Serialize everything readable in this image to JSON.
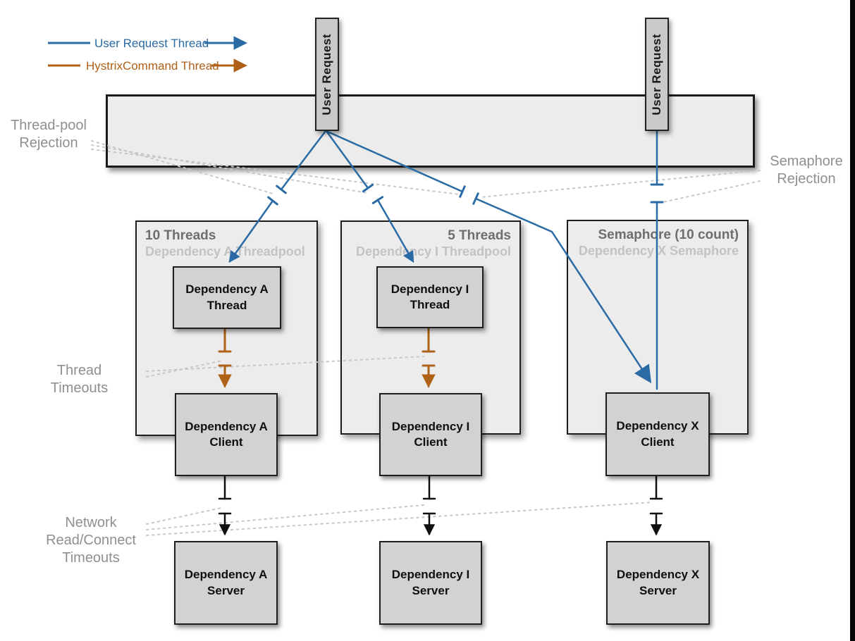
{
  "colors": {
    "user_request_thread": "#2a6ba5",
    "hystrix_command_thread": "#b06118",
    "network_arrow": "#111111",
    "box_fill": "#d2d2d2",
    "pool_fill": "#ececec",
    "annotation_gray": "#8f8f8f"
  },
  "legend": {
    "user_request_thread": "User Request Thread",
    "hystrix_command_thread": "HystrixCommand Thread"
  },
  "user_request_left": "User Request",
  "user_request_right": "User Request",
  "annotations": {
    "thread_pool_rejection": "Thread-pool\nRejection",
    "semaphore_rejection": "Semaphore\nRejection",
    "thread_timeouts": "Thread\nTimeouts",
    "network_timeouts": "Network\nRead/Connect\nTimeouts"
  },
  "pools": [
    {
      "title": "10 Threads",
      "subtitle": "Dependency A Threadpool",
      "thread_label": "Dependency A\nThread"
    },
    {
      "title": "5 Threads",
      "subtitle": "Dependency I Threadpool",
      "thread_label": "Dependency I\nThread"
    },
    {
      "title": "Semaphore (10 count)",
      "subtitle": "Dependency X Semaphore"
    }
  ],
  "clients": [
    {
      "label": "Dependency A\nClient"
    },
    {
      "label": "Dependency I\nClient"
    },
    {
      "label": "Dependency X\nClient"
    }
  ],
  "servers": [
    {
      "label": "Dependency A\nServer"
    },
    {
      "label": "Dependency I\nServer"
    },
    {
      "label": "Dependency X\nServer"
    }
  ]
}
